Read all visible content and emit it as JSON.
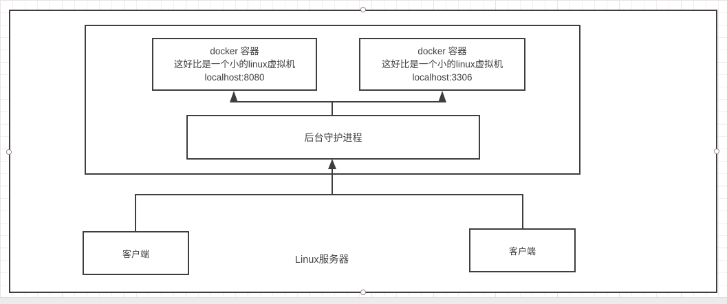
{
  "diagram": {
    "server_label": "Linux服务器",
    "docker_left": {
      "title": "docker 容器",
      "desc": "这好比是一个小的linux虚拟机",
      "addr": "localhost:8080"
    },
    "docker_right": {
      "title": "docker 容器",
      "desc": "这好比是一个小的linux虚拟机",
      "addr": "localhost:3306"
    },
    "daemon_label": "后台守护进程",
    "client_left_label": "客户端",
    "client_right_label": "客户端"
  },
  "colors": {
    "shape_stroke": "#3e3e3e",
    "text": "#3f3f3f",
    "grid_line": "#f3efef",
    "canvas_bottom_strip": "#ececec",
    "selection_handle_stroke": "#9b8588"
  }
}
